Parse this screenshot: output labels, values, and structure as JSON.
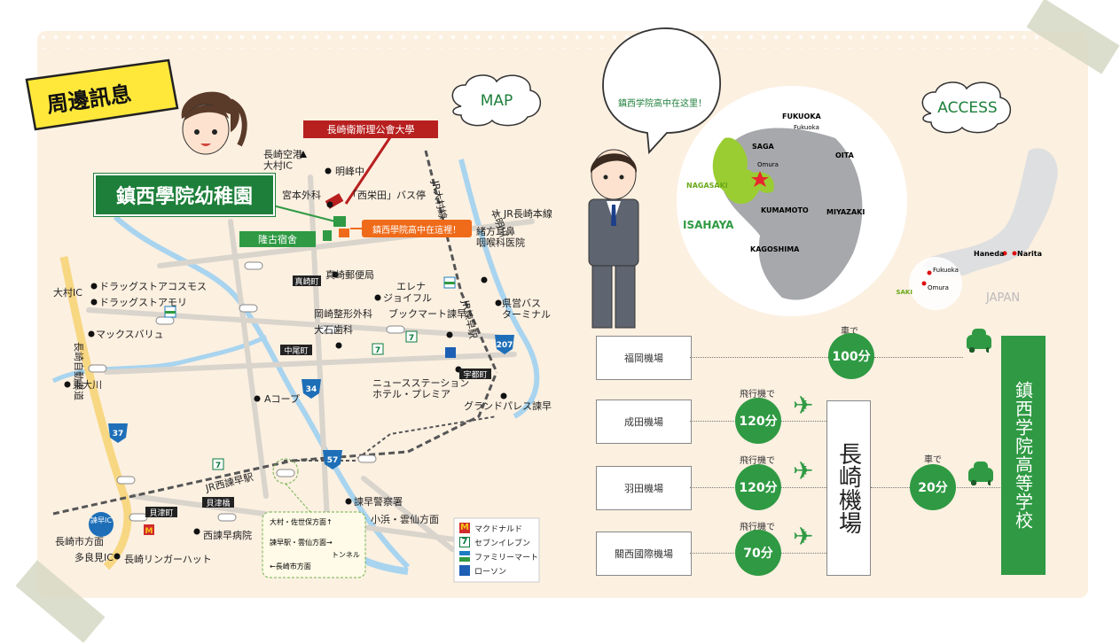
{
  "header": {
    "badge": "周邊訊息",
    "map_label": "MAP",
    "access_label": "ACCESS",
    "speech": "鎮西学院高中在这里！"
  },
  "map": {
    "main_label": "鎮西學院幼稚園",
    "univ_label": "長崎衛斯理公會大學",
    "school_label": "鎮西學院高中在這裡！",
    "dorm_label": "隆古宿舍",
    "places": {
      "airport": "長崎空港\n大村IC",
      "meiho": "明峰中",
      "miyamoto": "宮本外科",
      "bus_stop": "「西栄田」バス停",
      "jr_omura": "JR大村線",
      "jr_nagasaki": "JR長崎本線",
      "honmyo": "本明川",
      "ogata": "緒方耳鼻\n咽喉科医院",
      "prefbus": "県営バス\nターミナル",
      "elena": "エレナ",
      "joyful": "ジョイフル",
      "bookmart": "ブックマート諫早",
      "jr_isahaya": "JR諫早駅",
      "masaki_po": "真崎郵便局",
      "masaki": "真崎町",
      "drugcosmos": "ドラッグストアコスモス",
      "drugamori": "ドラッグストアモリ",
      "max": "マックスバリュ",
      "okazaki": "岡崎整形外科",
      "oishi": "大石歯科",
      "nakao": "中尾町",
      "omura_ic": "大村IC",
      "expressway": "長崎自動車道",
      "higashi": "東大川",
      "acoop": "Aコープ",
      "newsstation": "ニュースステーション\nホテル・プレミア",
      "utsu": "宇都町",
      "grandpalace": "グランドパレス諫早",
      "jr_west": "JR西諫早駅",
      "isahaya_ic": "諫早IC",
      "nagasaki_dir": "長崎市方面",
      "taramiic": "多良見IC",
      "kaizumachi": "貝津町",
      "kaizu": "貝津橋",
      "hospital": "西諫早病院",
      "ringer": "長崎リンガーハット",
      "police": "諫早警察署",
      "obama": "小浜・雲仙方面",
      "r207": "207",
      "r34": "34",
      "r57": "57",
      "r37": "37"
    },
    "inset": {
      "line1": "大村・佐世保方面↑",
      "line2": "諫早駅・雲仙方面→",
      "tunnel": "トンネル",
      "line3": "←長崎市方面"
    },
    "legend": [
      {
        "icon": "mcdonalds-icon",
        "label": "マクドナルド",
        "color": "#d22b2b"
      },
      {
        "icon": "seven-eleven-icon",
        "label": "セブンイレブン",
        "color": "#0a7a3e"
      },
      {
        "icon": "familymart-icon",
        "label": "ファミリーマート",
        "color": "#1c7dc2"
      },
      {
        "icon": "lawson-icon",
        "label": "ローソン",
        "color": "#1c5fb4"
      }
    ]
  },
  "japan_map": {
    "fukuoka": "FUKUOKA",
    "fukuoka_airport": "Fukuoka",
    "saga": "SAGA",
    "omura": "Omura",
    "oita": "OITA",
    "nagasaki": "NAGASAKI",
    "isahaya": "ISAHAYA",
    "kumamoto": "KUMAMOTO",
    "miyazaki": "MIYAZAKI",
    "kagoshima": "KAGOSHIMA",
    "haneda": "Haneda",
    "narita": "Narita",
    "jp_fukuoka": "Fukuoka",
    "jp_omura": "Omura",
    "jp_nagasaki": "NAGASAKI",
    "japan": "JAPAN"
  },
  "access": {
    "routes": [
      {
        "origin": "福岡機場",
        "mode": "車で",
        "time": "100分"
      },
      {
        "origin": "成田機場",
        "mode": "飛行機で",
        "time": "120分"
      },
      {
        "origin": "羽田機場",
        "mode": "飛行機で",
        "time": "120分"
      },
      {
        "origin": "關西國際機場",
        "mode": "飛行機で",
        "time": "70分"
      }
    ],
    "hub": "長崎機場",
    "hub_mode": "車で",
    "hub_time": "20分",
    "destination": "鎮西学院高等学校"
  }
}
